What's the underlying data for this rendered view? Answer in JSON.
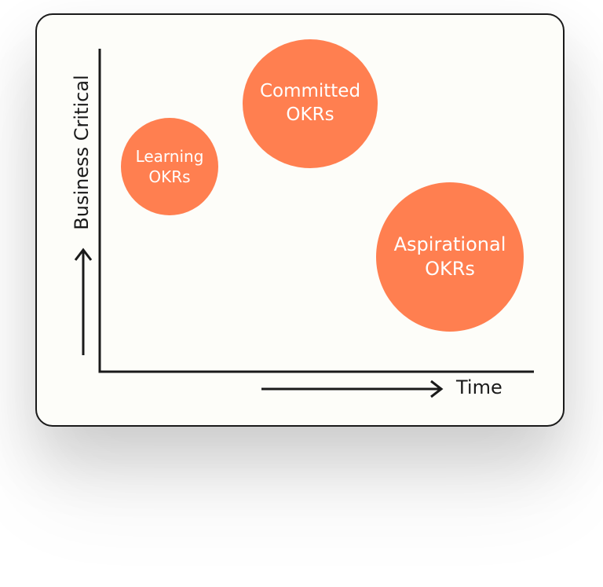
{
  "diagram": {
    "y_axis_label": "Business Critical",
    "x_axis_label": "Time",
    "bubble_color": "#ff7f50",
    "bubbles": [
      {
        "line1": "Learning",
        "line2": "OKRs"
      },
      {
        "line1": "Committed",
        "line2": "OKRs"
      },
      {
        "line1": "Aspirational",
        "line2": "OKRs"
      }
    ]
  }
}
